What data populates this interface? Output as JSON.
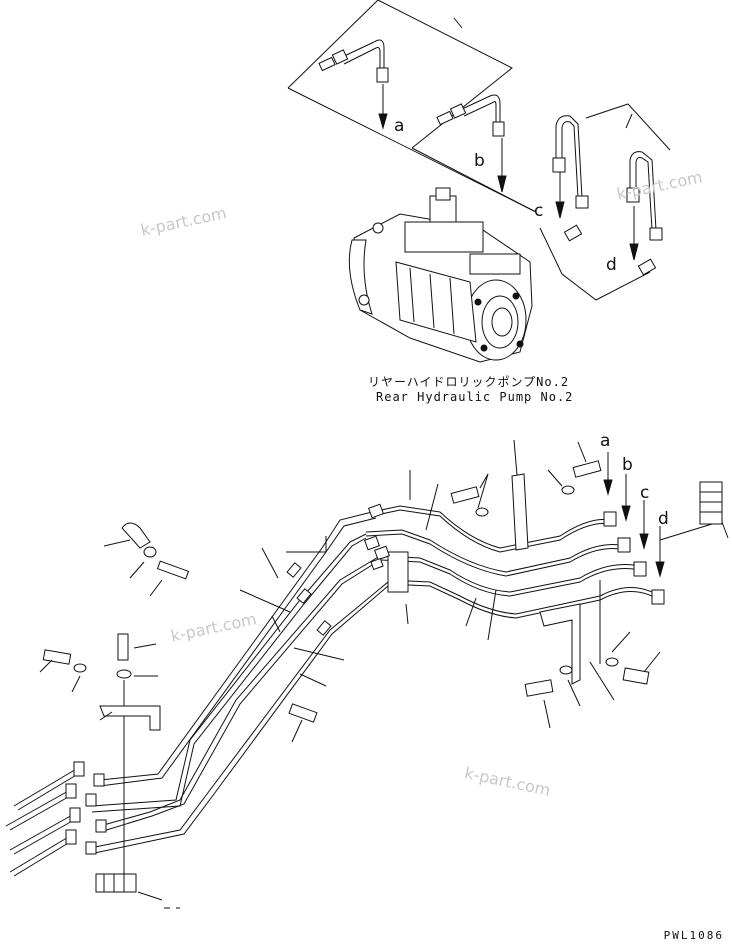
{
  "caption": {
    "japanese": "リヤーハイドロリックポンプNo.2",
    "english": "Rear Hydraulic Pump No.2"
  },
  "callouts_top": [
    "a",
    "b",
    "c",
    "d"
  ],
  "callouts_bottom": [
    "a",
    "b",
    "c",
    "d"
  ],
  "watermarks": [
    "k-part.com",
    "k-part.com",
    "k-part.com",
    "k-part.com"
  ],
  "document_id": "PWL1086"
}
